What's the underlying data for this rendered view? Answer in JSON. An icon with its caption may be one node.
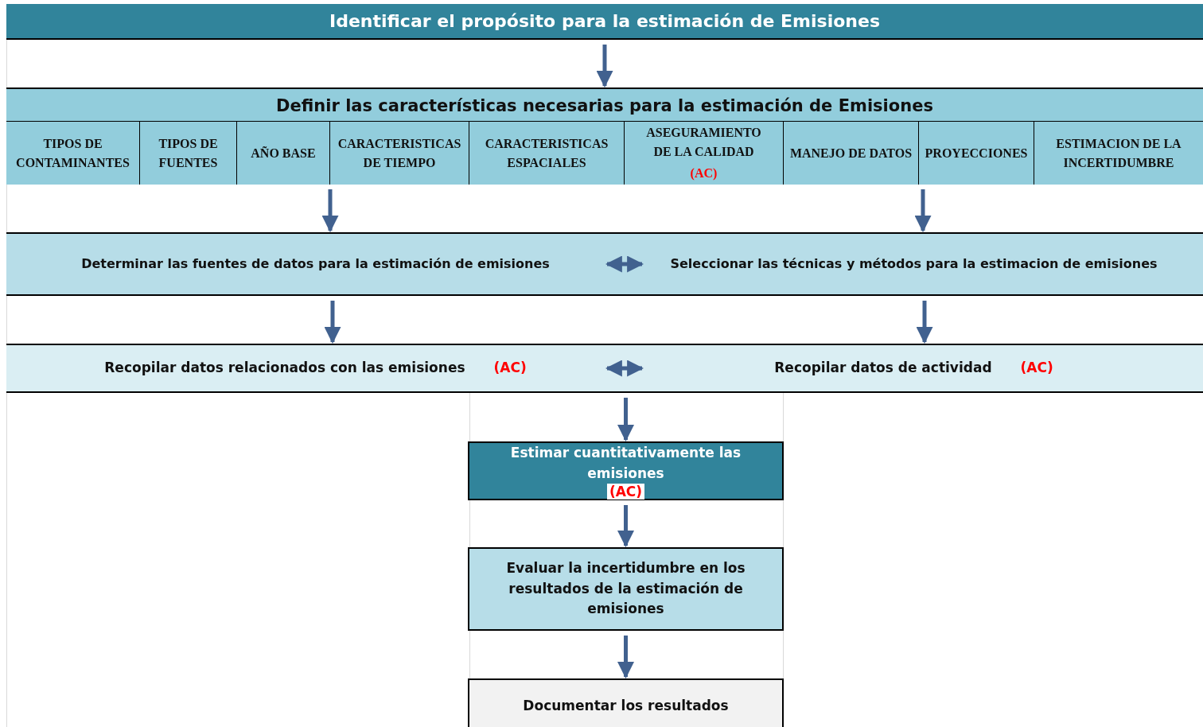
{
  "diagram": {
    "nodes": [
      {
        "text": [
          "Identificar el propósito para la estimación de Emisiones"
        ]
      },
      {
        "text": [
          "Definir las características necesarias para la estimación de Emisiones"
        ]
      },
      {
        "text": [
          "TIPOS DE CONTAMINANTES"
        ],
        "in": 1
      },
      {
        "text": [
          "TIPOS DE FUENTES"
        ],
        "in": 1
      },
      {
        "text": [
          "AÑO BASE"
        ],
        "in": 1
      },
      {
        "text": [
          "CARACTERISTICAS DE TIEMPO"
        ],
        "in": 1
      },
      {
        "text": [
          "CARACTERISTICAS ESPACIALES"
        ],
        "in": 1
      },
      {
        "text": [
          "ASEGURAMIENTO DE LA CALIDAD",
          "(AC)"
        ],
        "in": 1
      },
      {
        "text": [
          "MANEJO DE DATOS"
        ],
        "in": 1
      },
      {
        "text": [
          "PROYECCIONES"
        ],
        "in": 1
      },
      {
        "text": [
          "ESTIMACION DE LA INCERTIDUMBRE"
        ],
        "in": 1
      },
      {
        "text": [
          "Determinar las fuentes de datos para la estimación de emisiones"
        ]
      },
      {
        "text": [
          "Seleccionar las técnicas y métodos para la estimacion de emisiones"
        ]
      },
      {
        "text": [
          "Recopilar datos relacionados con las emisiones",
          "(AC)"
        ]
      },
      {
        "text": [
          "Recopilar datos de actividad",
          "(AC)"
        ]
      },
      {
        "text": [
          "Estimar cuantitativamente las emisiones",
          "(AC)"
        ]
      },
      {
        "text": [
          "Evaluar la incertidumbre en los resultados de la estimación de emisiones"
        ]
      },
      {
        "text": [
          "Documentar los resultados"
        ]
      }
    ],
    "edges": [
      {
        "from": 0,
        "to": 1,
        "arrow": "to"
      },
      {
        "from": 1,
        "to": 11,
        "arrow": "to"
      },
      {
        "from": 1,
        "to": 12,
        "arrow": "to"
      },
      {
        "from": 11,
        "to": 12,
        "arrow": "both"
      },
      {
        "from": 11,
        "to": 13,
        "arrow": "to"
      },
      {
        "from": 12,
        "to": 14,
        "arrow": "to"
      },
      {
        "from": 13,
        "to": 14,
        "arrow": "both"
      },
      {
        "from": 13,
        "to": 15,
        "arrow": "to"
      },
      {
        "from": 14,
        "to": 15,
        "arrow": "to"
      },
      {
        "from": 15,
        "to": 16,
        "arrow": "to"
      },
      {
        "from": 16,
        "to": 17,
        "arrow": "to"
      }
    ]
  }
}
